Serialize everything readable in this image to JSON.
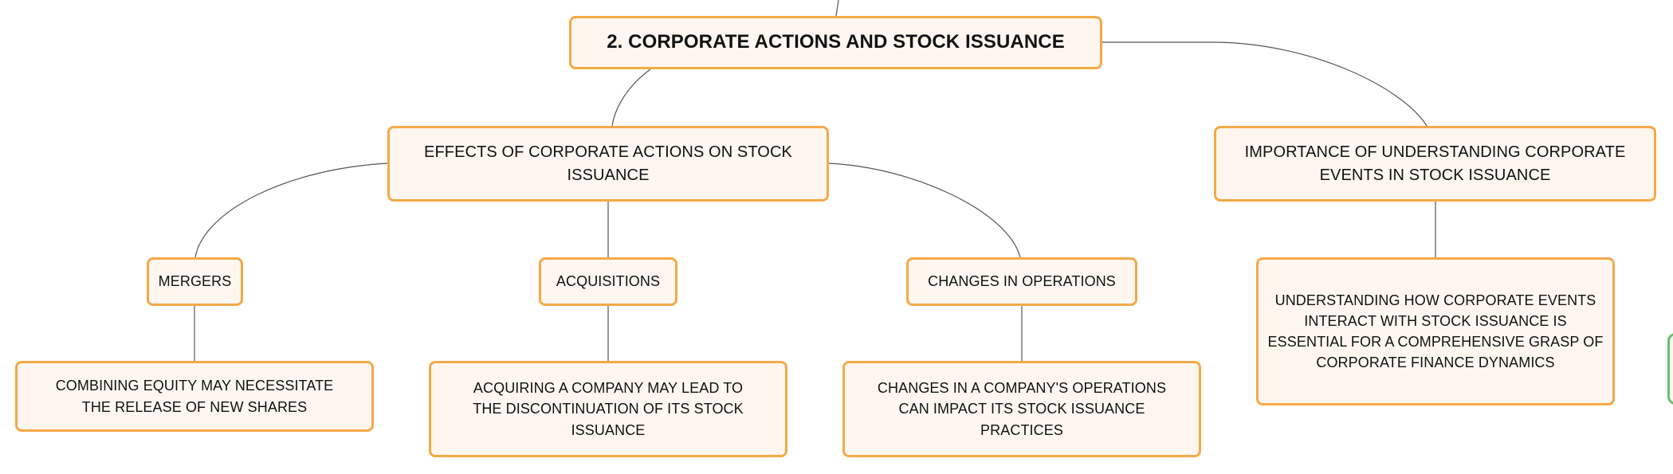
{
  "diagram": {
    "root": {
      "label": "2. CORPORATE ACTIONS AND STOCK ISSUANCE"
    },
    "effects": {
      "label": "EFFECTS OF CORPORATE ACTIONS ON STOCK ISSUANCE",
      "children": [
        {
          "label": "MERGERS",
          "detail": "COMBINING EQUITY MAY NECESSITATE THE RELEASE OF NEW SHARES"
        },
        {
          "label": "ACQUISITIONS",
          "detail": "ACQUIRING A COMPANY MAY LEAD TO THE DISCONTINUATION OF ITS STOCK ISSUANCE"
        },
        {
          "label": "CHANGES IN OPERATIONS",
          "detail": "CHANGES IN A COMPANY'S OPERATIONS CAN IMPACT ITS STOCK ISSUANCE PRACTICES"
        }
      ]
    },
    "importance": {
      "label": "IMPORTANCE OF UNDERSTANDING CORPORATE EVENTS IN STOCK ISSUANCE",
      "detail": "UNDERSTANDING HOW CORPORATE EVENTS INTERACT WITH STOCK ISSUANCE IS ESSENTIAL FOR A COMPREHENSIVE GRASP OF CORPORATE FINANCE DYNAMICS"
    }
  },
  "colors": {
    "node_border": "#f4a947",
    "node_fill": "#fff7ef",
    "connector": "#555555",
    "partial_node_border": "#6dbf6a"
  }
}
